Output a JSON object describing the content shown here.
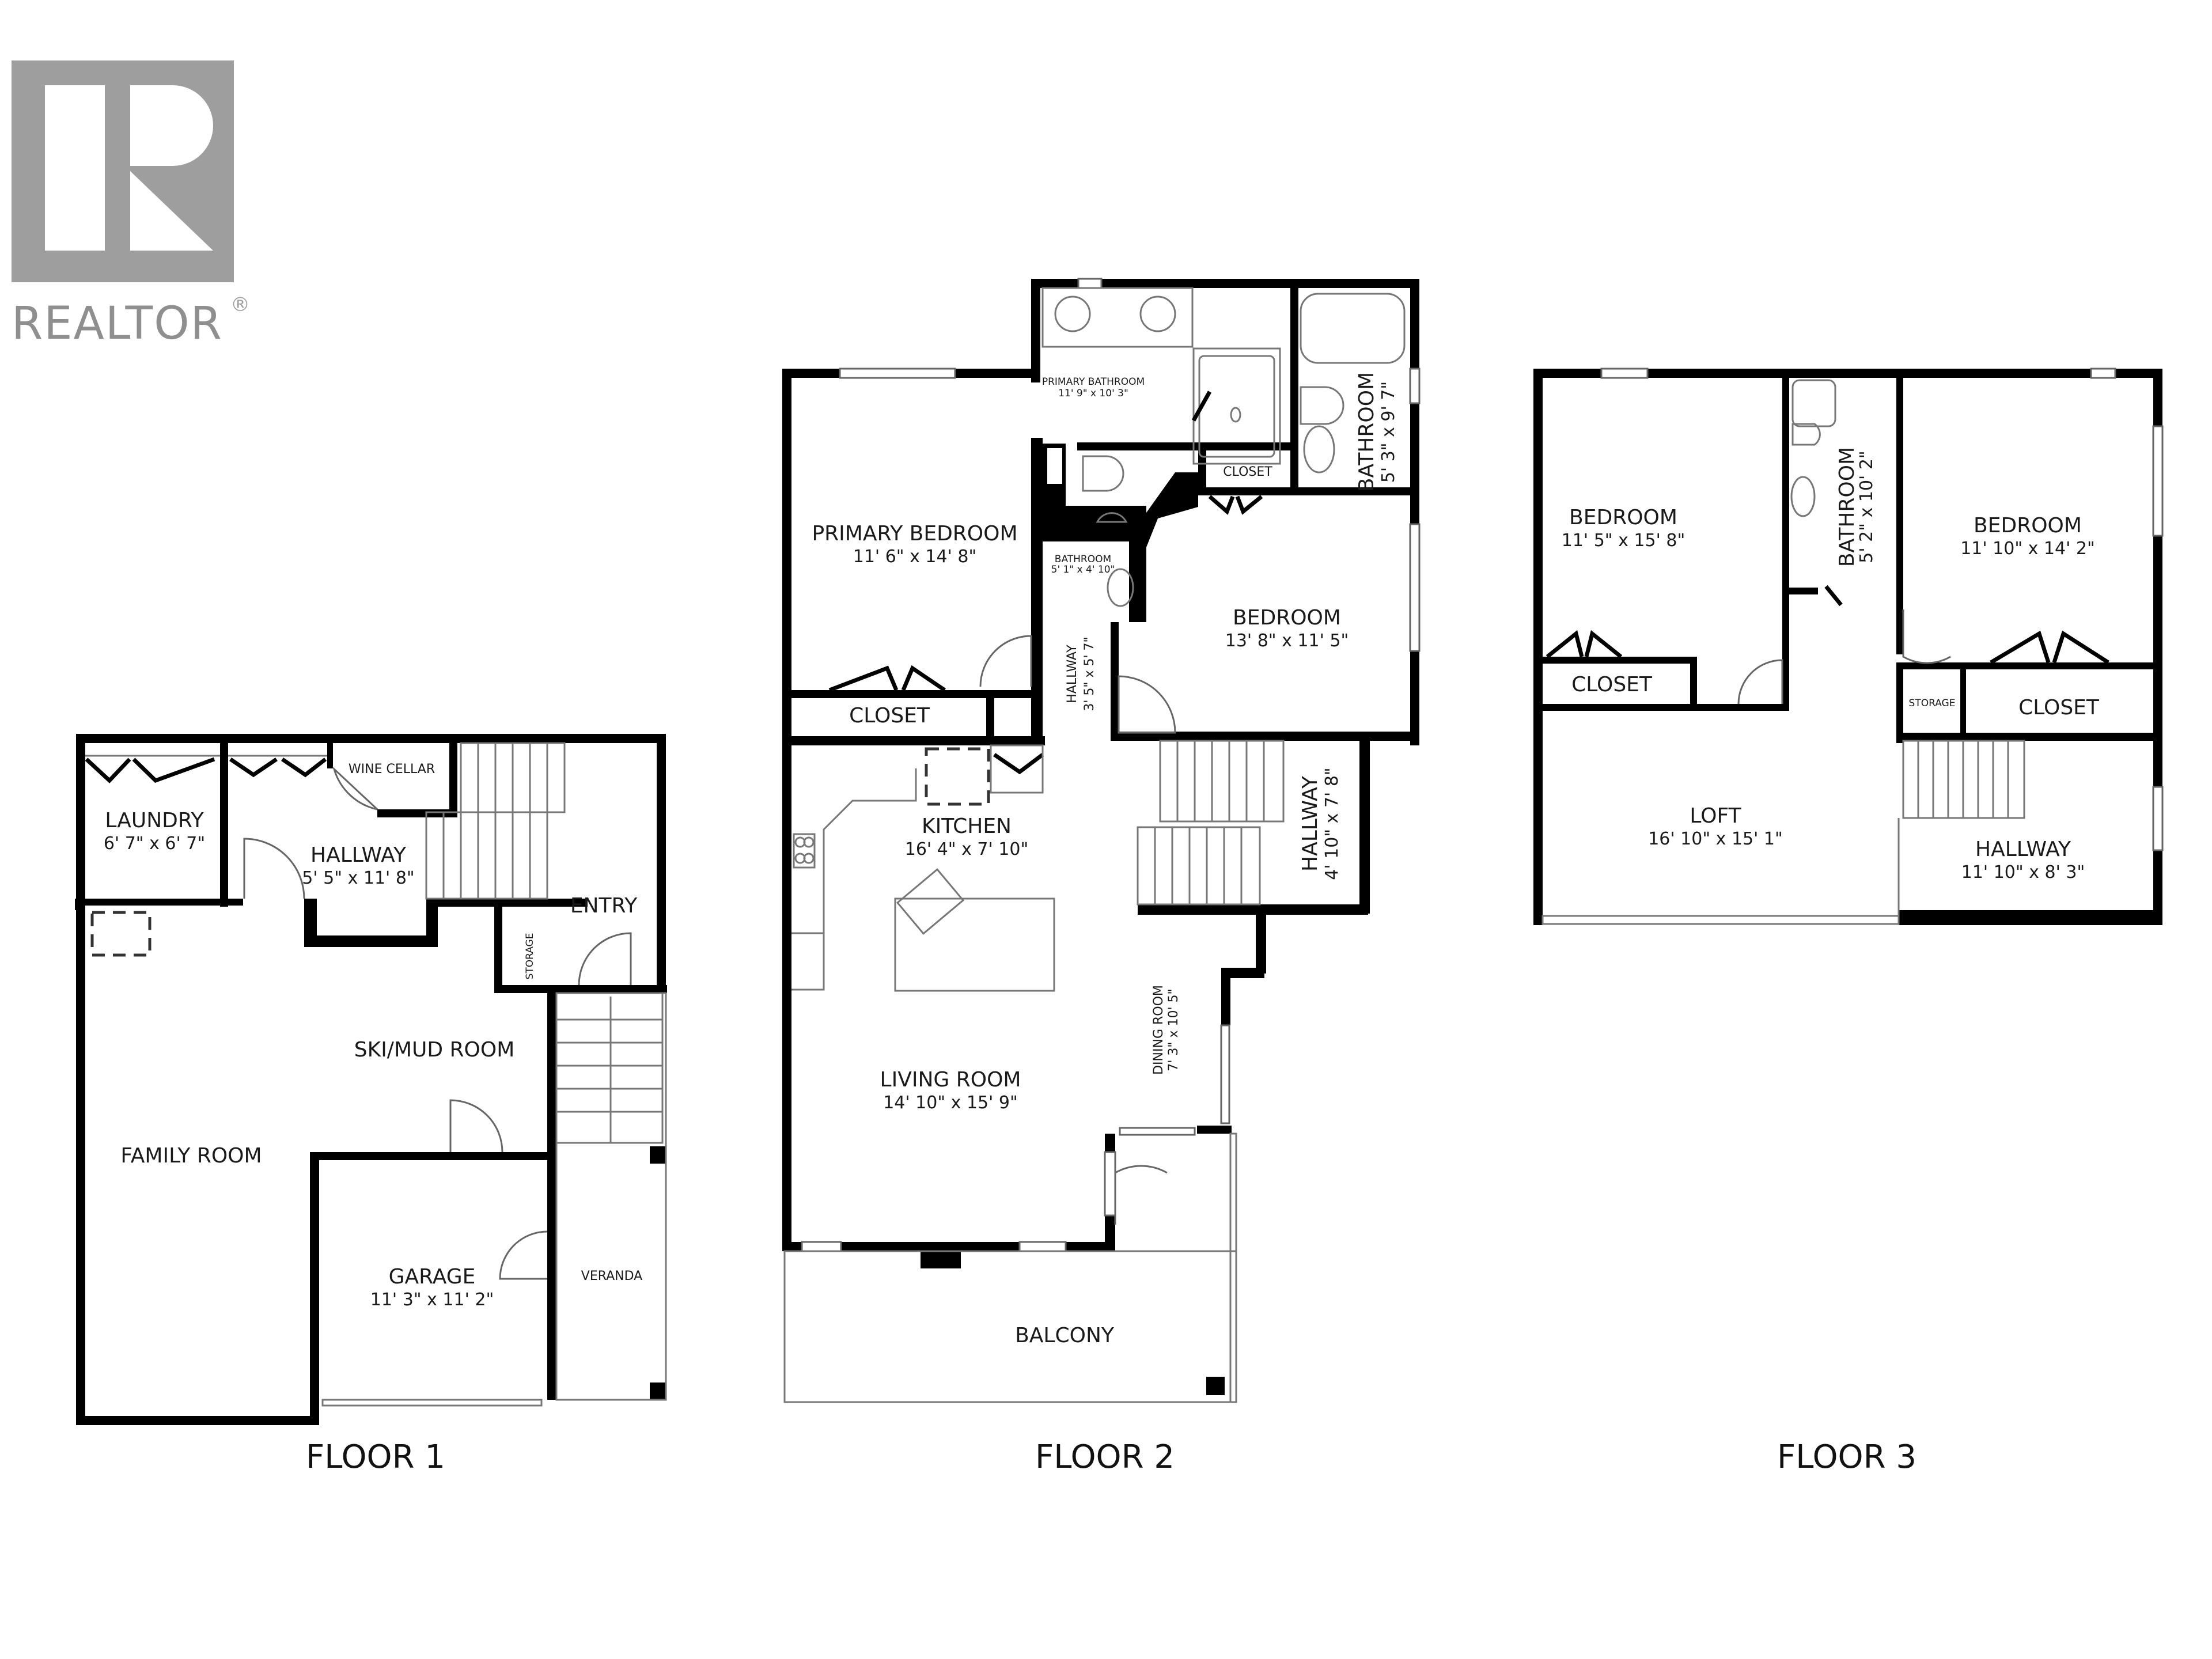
{
  "logo": {
    "brand": "REALTOR",
    "mark": "®",
    "color": "#9e9e9e"
  },
  "floors": [
    {
      "label": "FLOOR 1",
      "rooms": [
        {
          "name": "LAUNDRY",
          "dims": "6' 7\" x 6' 7\""
        },
        {
          "name": "HALLWAY",
          "dims": "5' 5\" x 11' 8\""
        },
        {
          "name": "WINE CELLAR",
          "dims": ""
        },
        {
          "name": "ENTRY",
          "dims": ""
        },
        {
          "name": "STORAGE",
          "dims": ""
        },
        {
          "name": "SKI/MUD ROOM",
          "dims": ""
        },
        {
          "name": "FAMILY ROOM",
          "dims": ""
        },
        {
          "name": "GARAGE",
          "dims": "11' 3\" x 11' 2\""
        },
        {
          "name": "VERANDA",
          "dims": ""
        }
      ]
    },
    {
      "label": "FLOOR 2",
      "rooms": [
        {
          "name": "PRIMARY BATHROOM",
          "dims": "11' 9\" x 10' 3\""
        },
        {
          "name": "BATHROOM",
          "dims": "5' 3\" x 9' 7\""
        },
        {
          "name": "CLOSET",
          "dims": ""
        },
        {
          "name": "PRIMARY BEDROOM",
          "dims": "11' 6\" x 14' 8\""
        },
        {
          "name": "BATHROOM",
          "dims": "5' 1\" x 4' 10\""
        },
        {
          "name": "BEDROOM",
          "dims": "13' 8\" x 11' 5\""
        },
        {
          "name": "HALLWAY",
          "dims": "3' 5\" x 5' 7\""
        },
        {
          "name": "CLOSET",
          "dims": ""
        },
        {
          "name": "KITCHEN",
          "dims": "16' 4\" x 7' 10\""
        },
        {
          "name": "HALLWAY",
          "dims": "4' 10\" x 7' 8\""
        },
        {
          "name": "DINING ROOM",
          "dims": "7' 3\" x 10' 5\""
        },
        {
          "name": "LIVING ROOM",
          "dims": "14' 10\" x 15' 9\""
        },
        {
          "name": "BALCONY",
          "dims": ""
        }
      ]
    },
    {
      "label": "FLOOR 3",
      "rooms": [
        {
          "name": "BEDROOM",
          "dims": "11' 5\" x 15' 8\""
        },
        {
          "name": "BATHROOM",
          "dims": "5' 2\" x 10' 2\""
        },
        {
          "name": "BEDROOM",
          "dims": "11' 10\" x 14' 2\""
        },
        {
          "name": "CLOSET",
          "dims": ""
        },
        {
          "name": "STORAGE",
          "dims": ""
        },
        {
          "name": "CLOSET",
          "dims": ""
        },
        {
          "name": "LOFT",
          "dims": "16' 10\" x 15' 1\""
        },
        {
          "name": "HALLWAY",
          "dims": "11' 10\" x 8' 3\""
        }
      ]
    }
  ]
}
